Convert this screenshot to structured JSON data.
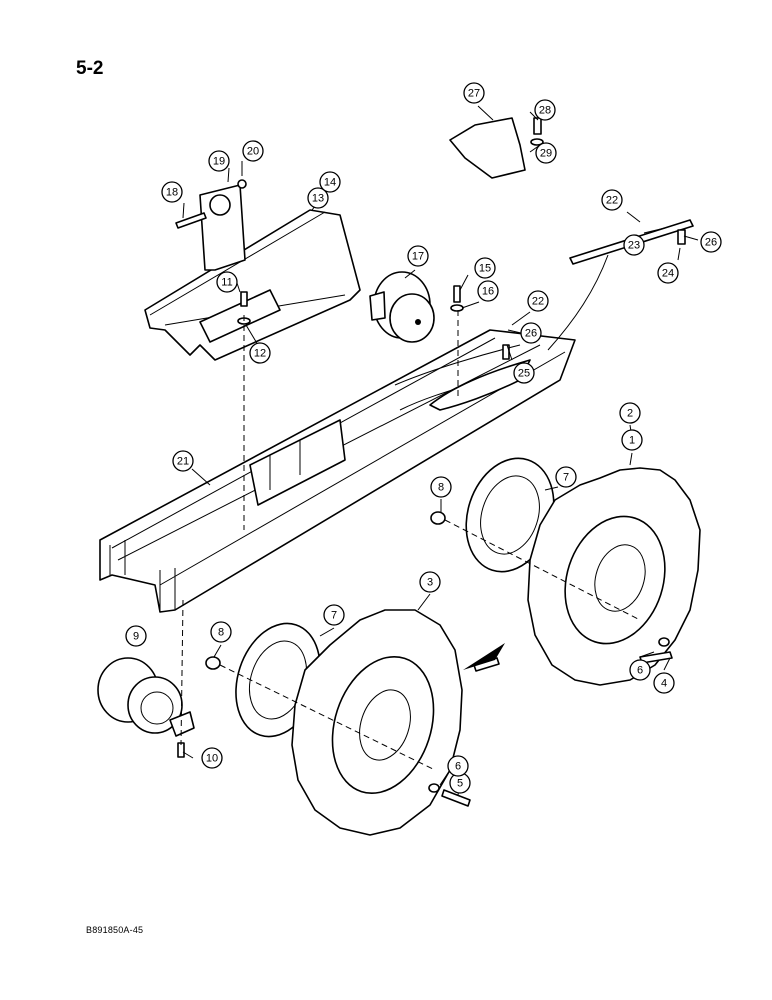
{
  "page": {
    "number": "5-2",
    "drawing_ref": "B891850A-45"
  },
  "callouts": [
    {
      "label": "1"
    },
    {
      "label": "2"
    },
    {
      "label": "3"
    },
    {
      "label": "4"
    },
    {
      "label": "5"
    },
    {
      "label": "6"
    },
    {
      "label": "6"
    },
    {
      "label": "7"
    },
    {
      "label": "7"
    },
    {
      "label": "8"
    },
    {
      "label": "8"
    },
    {
      "label": "9"
    },
    {
      "label": "10"
    },
    {
      "label": "11"
    },
    {
      "label": "12"
    },
    {
      "label": "13"
    },
    {
      "label": "14"
    },
    {
      "label": "15"
    },
    {
      "label": "16"
    },
    {
      "label": "17"
    },
    {
      "label": "18"
    },
    {
      "label": "19"
    },
    {
      "label": "20"
    },
    {
      "label": "21"
    },
    {
      "label": "22"
    },
    {
      "label": "22"
    },
    {
      "label": "23"
    },
    {
      "label": "24"
    },
    {
      "label": "25"
    },
    {
      "label": "26"
    },
    {
      "label": "26"
    },
    {
      "label": "27"
    },
    {
      "label": "28"
    },
    {
      "label": "29"
    }
  ]
}
